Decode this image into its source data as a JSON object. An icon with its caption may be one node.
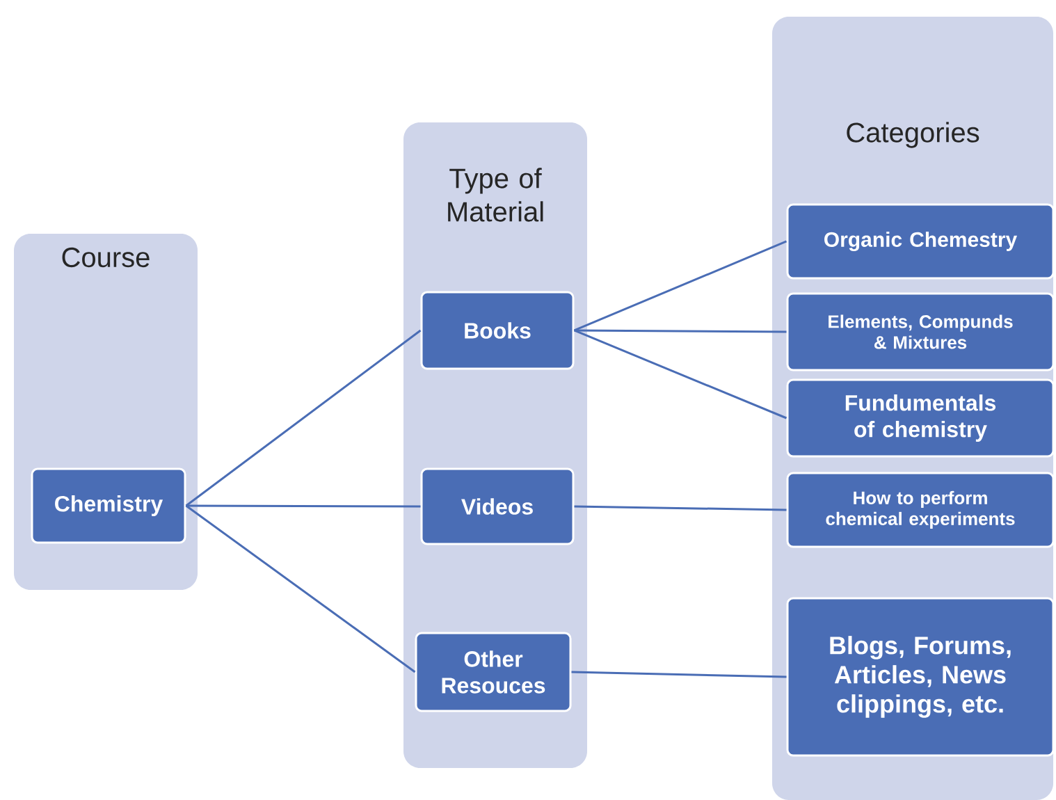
{
  "diagram": {
    "nodes": [
      {
        "text": [
          "Course"
        ]
      },
      {
        "text": [
          "Chemistry"
        ],
        "in": 0
      },
      {
        "text": [
          "Type of Material"
        ]
      },
      {
        "text": [
          "Books"
        ],
        "in": 2
      },
      {
        "text": [
          "Videos"
        ],
        "in": 2
      },
      {
        "text": [
          "Other Resouces"
        ],
        "in": 2
      },
      {
        "text": [
          "Categories"
        ]
      },
      {
        "text": [
          "Organic Chemestry"
        ],
        "in": 6
      },
      {
        "text": [
          "Elements, Compunds & Mixtures"
        ],
        "in": 6
      },
      {
        "text": [
          "Fundumentals of chemistry"
        ],
        "in": 6
      },
      {
        "text": [
          "How to perform chemical experiments"
        ],
        "in": 6
      },
      {
        "text": [
          "Blogs, Forums, Articles, News clippings, etc."
        ],
        "in": 6
      }
    ],
    "edges": [
      {
        "from": 1,
        "to": 3,
        "arrow": "none"
      },
      {
        "from": 1,
        "to": 4,
        "arrow": "none"
      },
      {
        "from": 1,
        "to": 5,
        "arrow": "none"
      },
      {
        "from": 3,
        "to": 7,
        "arrow": "none"
      },
      {
        "from": 3,
        "to": 8,
        "arrow": "none"
      },
      {
        "from": 3,
        "to": 9,
        "arrow": "none"
      },
      {
        "from": 4,
        "to": 10,
        "arrow": "none"
      },
      {
        "from": 5,
        "to": 11,
        "arrow": "none"
      }
    ]
  }
}
